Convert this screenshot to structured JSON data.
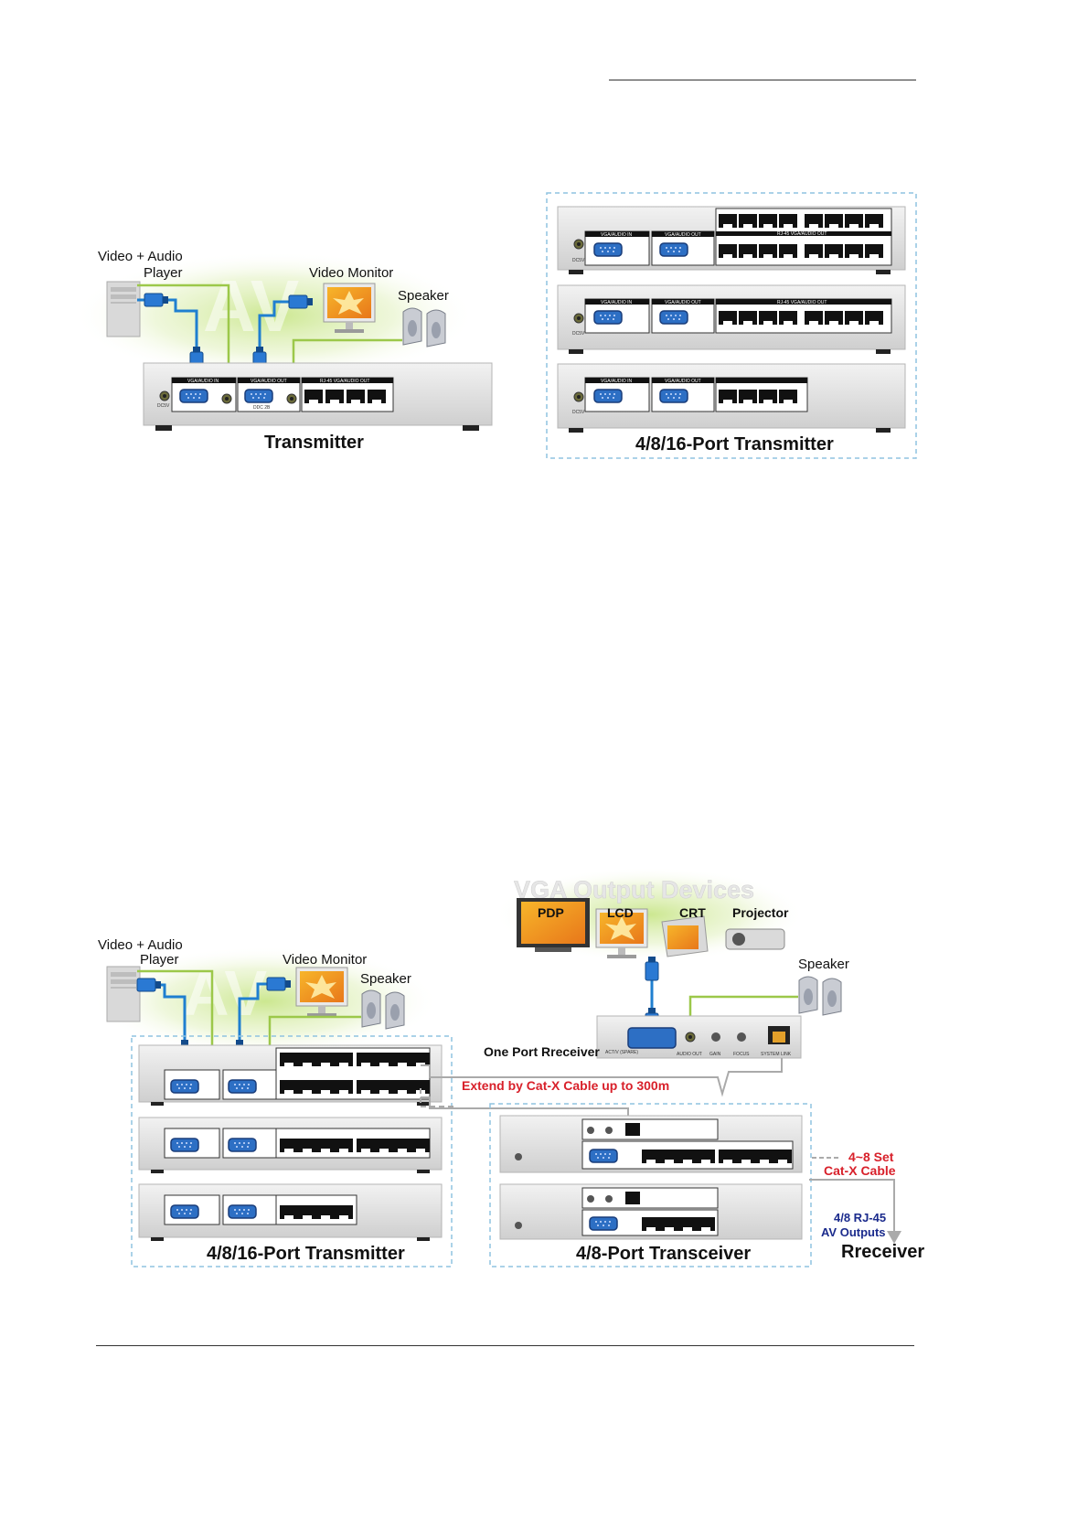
{
  "diagram1": {
    "player_label_1": "Video + Audio",
    "player_label_2": "Player",
    "monitor_label": "Video Monitor",
    "speaker_label": "Speaker",
    "device_title": "Transmitter",
    "watermark": "AV",
    "panel": {
      "vga_in": "VGA/AUDIO IN",
      "vga_out": "VGA/AUDIO OUT",
      "rj45_out": "RJ-45 VGA/AUDIO OUT",
      "dc": "DC5V",
      "ddc": "DDC 2B"
    }
  },
  "diagram2": {
    "title": "4/8/16-Port Transmitter",
    "panel": {
      "vga_in": "VGA/AUDIO IN",
      "vga_out": "VGA/AUDIO OUT",
      "rj45_out": "RJ-45 VGA/AUDIO OUT",
      "dc": "DC5V"
    }
  },
  "diagram3": {
    "vga_devices_title": "VGA Output Devices",
    "devices": [
      "PDP",
      "LCD",
      "CRT",
      "Projector"
    ],
    "player_label_1": "Video + Audio",
    "player_label_2": "Player",
    "monitor_label": "Video Monitor",
    "speaker_left": "Speaker",
    "speaker_right": "Speaker",
    "receiver_label": "One Port Rreceiver",
    "receiver_panel": {
      "act": "ACT/V (SPARE)",
      "audio_out": "AUDIO OUT",
      "gain": "GAIN",
      "focus": "FOCUS",
      "link": "SYSTEM LINK"
    },
    "extend_label": "Extend by Cat-X Cable up to 300m",
    "set_label_1": "4~8 Set",
    "set_label_2": "Cat-X Cable",
    "outputs_label_1": "4/8 RJ-45",
    "outputs_label_2": "AV Outputs",
    "transmitter_title": "4/8/16-Port Transmitter",
    "transceiver_title": "4/8-Port Transceiver",
    "receiver_title": "Rreceiver"
  },
  "colors": {
    "cable_blue": "#1f7fd0",
    "audio_green": "#9cc84a",
    "dashed_frame": "#8fc3e0",
    "red_text": "#d8202a",
    "navy_text": "#1a2a8c"
  }
}
